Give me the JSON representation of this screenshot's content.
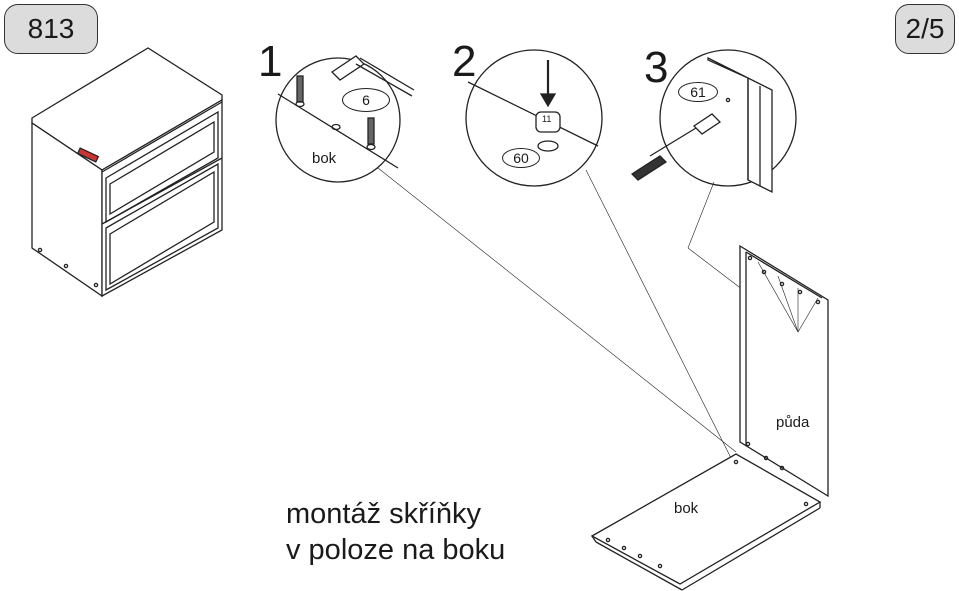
{
  "header": {
    "model_number": "813",
    "page_counter": "2/5"
  },
  "steps": [
    {
      "number": "1",
      "part_label": "bok",
      "callout": "6"
    },
    {
      "number": "2",
      "callout": "60",
      "part_marking": "11"
    },
    {
      "number": "3",
      "callout": "61"
    }
  ],
  "assembly": {
    "top_panel_label": "půda",
    "bottom_panel_label": "bok"
  },
  "title": {
    "line1": "montáž skříňky",
    "line2": "v poloze na boku"
  },
  "colors": {
    "badge_fill": "#dcdcdc",
    "line": "#222222"
  }
}
